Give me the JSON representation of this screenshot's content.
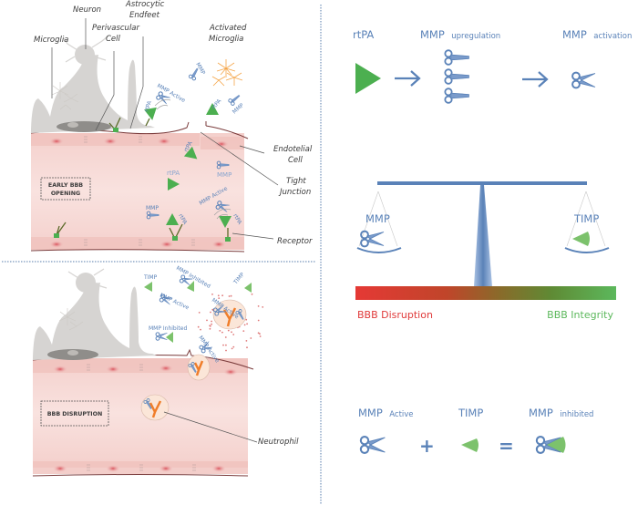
{
  "left_top_panel": {
    "labels": {
      "neuron": "Neuron",
      "astrocytic_1": "Astrocytic",
      "astrocytic_2": "Endfeet",
      "perivascular_1": "Perivascular",
      "perivascular_2": "Cell",
      "microglia": "Microglia",
      "activated_1": "Activated",
      "activated_2": "Microglia",
      "endotelial_1": "Endotelial",
      "endotelial_2": "Cell",
      "tight_1": "Tight",
      "tight_2": "Junction",
      "receptor": "Receptor"
    },
    "stage_box": [
      "EARLY BBB",
      "OPENING"
    ],
    "molecule_labels": {
      "mmp": "MMP",
      "mmp_active": "MMP Active",
      "rtpa": "rtPA"
    }
  },
  "left_bottom_panel": {
    "stage_box": "BBB DISRUPTION",
    "neutrophil": "Neutrophil",
    "molecule_labels": {
      "timp": "TIMP",
      "mmp_inhibited": "MMP Inhibited",
      "mmp_active": "MMP Active"
    }
  },
  "right_top_panel": {
    "rtpa": "rtPA",
    "mmp_upregulation_main": "MMP",
    "mmp_upregulation_sub": "upregulation",
    "mmp_activation_main": "MMP",
    "mmp_activation_sub": "activation"
  },
  "right_middle_panel": {
    "left_pan": "MMP",
    "right_pan": "TIMP",
    "bar_left_label": "BBB Disruption",
    "bar_right_label": "BBB Integrity"
  },
  "right_bottom_panel": {
    "term1_main": "MMP",
    "term1_sub": "Active",
    "term2": "TIMP",
    "result_main": "MMP",
    "result_sub": "inhibited",
    "plus": "+",
    "equals": "="
  },
  "colors": {
    "blue": "#5a82b8",
    "green": "#4caf50",
    "red": "#e53935",
    "vessel_pink": "#f6d6d3",
    "divider": "#8fa8c8"
  }
}
